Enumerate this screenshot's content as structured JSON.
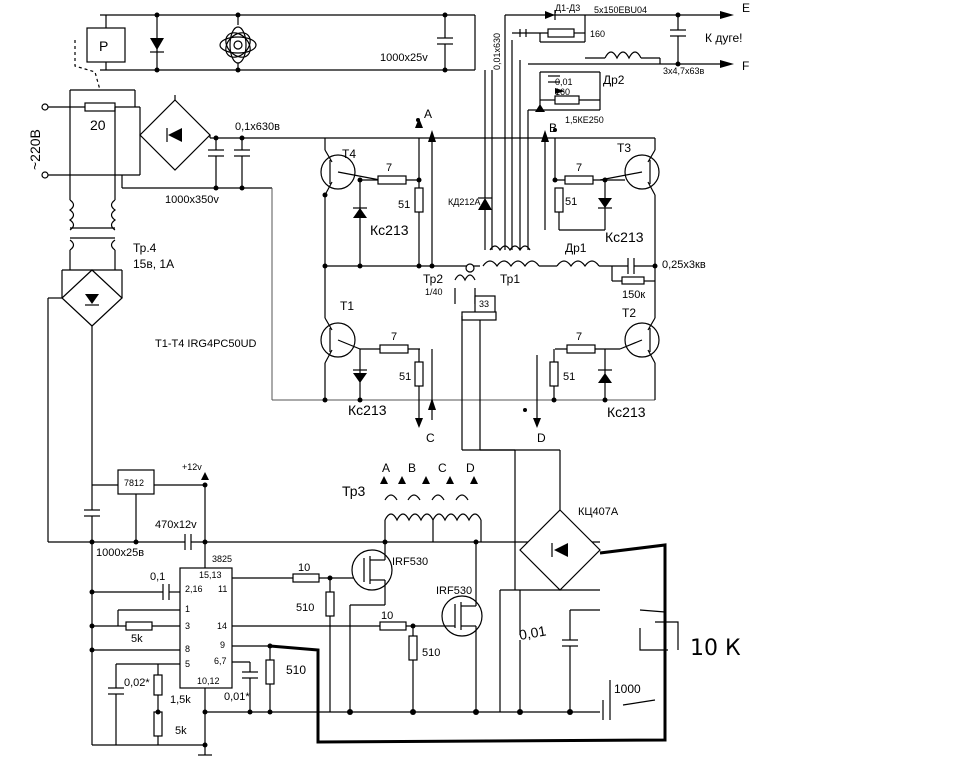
{
  "labels": {
    "relay": "Р",
    "fuse": "20",
    "mains": "~220В",
    "c_1000x25v_top": "1000x25v",
    "c_0_01x630": "0,01x630",
    "d1d3": "Д1-Д3",
    "diodes_5x150": "5x150EBU04",
    "out_e": "E",
    "out_f": "F",
    "r160_top": "160",
    "k_duge": "К дуге!",
    "c_3x4_7": "3x4,7x63в",
    "c_001": "0,01",
    "r160_mid": "160",
    "dr2": "Др2",
    "ke250": "1,5КЕ250",
    "c_0_1x630": "0,1x630в",
    "c_1000x350": "1000x350v",
    "node_a": "A",
    "node_b": "B",
    "t4": "T4",
    "t3": "T3",
    "r7_t4": "7",
    "r7_t3": "7",
    "r51_t4": "51",
    "r51_t3": "51",
    "kd212": "КД212А",
    "kc213_t4": "Кс213",
    "kc213_t3": "Кс213",
    "tr4": "Тр.4",
    "tr4_spec": "15в, 1А",
    "tr2": "Тр2",
    "tr2_ratio": "1/40",
    "tr1": "Тр1",
    "dr1": "Др1",
    "c_025x3": "0,25x3кв",
    "r150k": "150к",
    "r33": "33",
    "t1t4_type": "T1-T4 IRG4PC50UD",
    "t1": "T1",
    "t2": "T2",
    "r7_t1": "7",
    "r7_t2": "7",
    "r51_t1": "51",
    "r51_t2": "51",
    "kc213_t1": "Кс213",
    "kc213_t2": "Кс213",
    "node_c": "C",
    "node_d": "D",
    "tr3": "Тр3",
    "tr3_a": "A",
    "tr3_b": "B",
    "tr3_c": "C",
    "tr3_d": "D",
    "plus12": "+12v",
    "reg7812": "7812",
    "c_470x12": "470x12v",
    "kc407": "КЦ407А",
    "c_1000x25b": "1000x25в",
    "ic3825": "3825",
    "c_0_1": "0,1",
    "r5k_a": "5k",
    "r10_a": "10",
    "r510_a": "510",
    "irf530_a": "IRF530",
    "r10_b": "10",
    "r510_b": "510",
    "irf530_b": "IRF530",
    "c_002": "0,02*",
    "r1_5k": "1,5k",
    "r5k_b": "5k",
    "c_001b": "0,01*",
    "r510_c": "510",
    "hand_001": "0,01",
    "hand_10k": "10 К",
    "hand_1000": "1000",
    "pin_15_13": "15,13",
    "pin_11": "11",
    "pin_2_16": "2,16",
    "pin_1": "1",
    "pin_3": "3",
    "pin_14": "14",
    "pin_8": "8",
    "pin_9": "9",
    "pin_5": "5",
    "pin_6_7": "6,7",
    "pin_10_12": "10,12"
  },
  "colors": {
    "ink": "#000000",
    "grid_line": "#555555",
    "background": "#ffffff"
  }
}
